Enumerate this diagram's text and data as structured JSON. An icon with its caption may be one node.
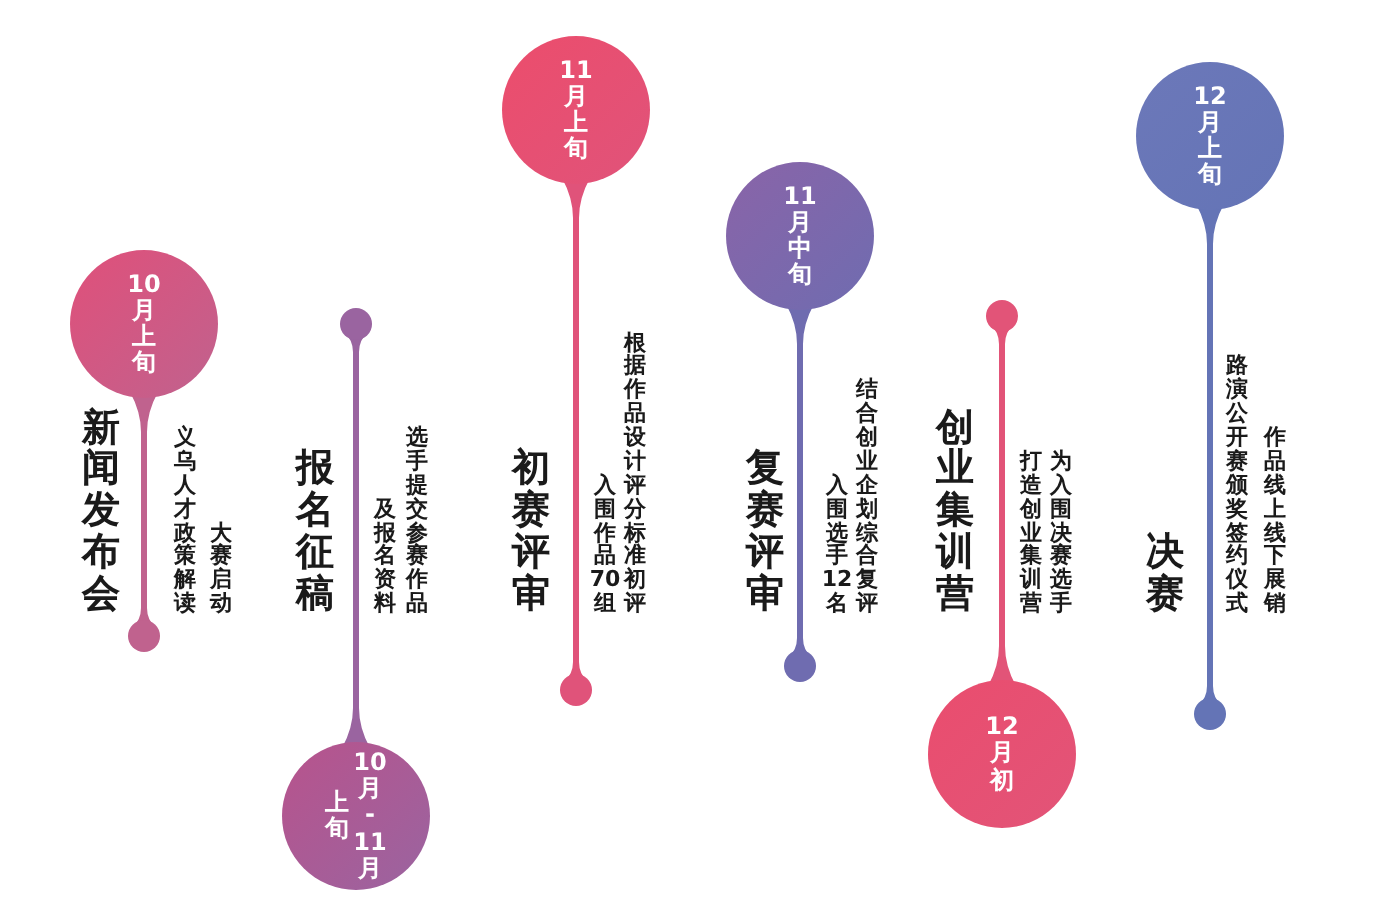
{
  "diagram": {
    "nodes": [
      {
        "text": [
          "10月上旬"
        ],
        "beside": [
          "新闻发布会",
          "大赛启动",
          "义乌人才政策解读"
        ]
      },
      {
        "text": [
          "上旬",
          "10月-11月"
        ],
        "beside": [
          "报名征稿",
          "选手提交参赛作品",
          "及报名资料"
        ]
      },
      {
        "text": [
          "11月上旬"
        ],
        "beside": [
          "初赛评审",
          "根据作品设计评分标准初评",
          "入围作品70组"
        ]
      },
      {
        "text": [
          "11月中旬"
        ],
        "beside": [
          "复赛评审",
          "结合创业企划综合复评",
          "入围选手12名"
        ]
      },
      {
        "text": [
          "12月初"
        ],
        "beside": [
          "创业集训营",
          "为入围决赛选手",
          "打造创业集训营"
        ]
      },
      {
        "text": [
          "12月上旬"
        ],
        "beside": [
          "决赛",
          "作品线上线下展销",
          "路演公开赛颁奖签约仪式"
        ]
      }
    ]
  }
}
